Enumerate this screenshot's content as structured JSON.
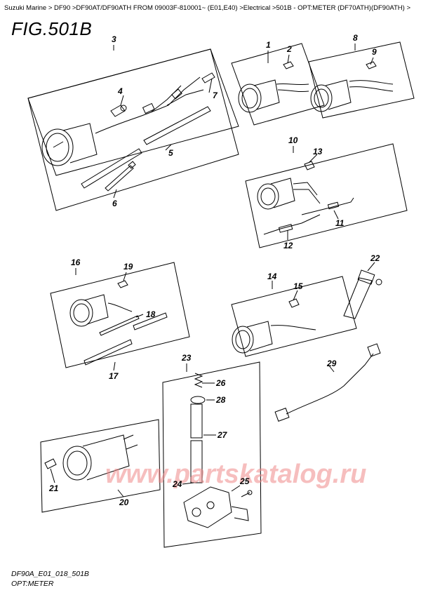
{
  "breadcrumb": "Suzuki Marine > DF90 >DF90AT/DF90ATH FROM 09003F-810001~ (E01,E40) >Electrical >501B - OPT:METER (DF70ATH)(DF90ATH) >",
  "figure_title": "FIG.501B",
  "callouts": {
    "c1": "1",
    "c2": "2",
    "c3": "3",
    "c4": "4",
    "c5": "5",
    "c6": "6",
    "c7": "7",
    "c8": "8",
    "c9": "9",
    "c10": "10",
    "c11": "11",
    "c12": "12",
    "c13": "13",
    "c14": "14",
    "c15": "15",
    "c16": "16",
    "c17": "17",
    "c18": "18",
    "c19": "19",
    "c20": "20",
    "c21": "21",
    "c22": "22",
    "c23": "23",
    "c24": "24",
    "c25": "25",
    "c26": "26",
    "c27": "27",
    "c28": "28",
    "c29": "29"
  },
  "watermark": "www.partskatalog.ru",
  "footer": {
    "code": "DF90A_E01_018_501B",
    "caption": "OPT:METER"
  }
}
